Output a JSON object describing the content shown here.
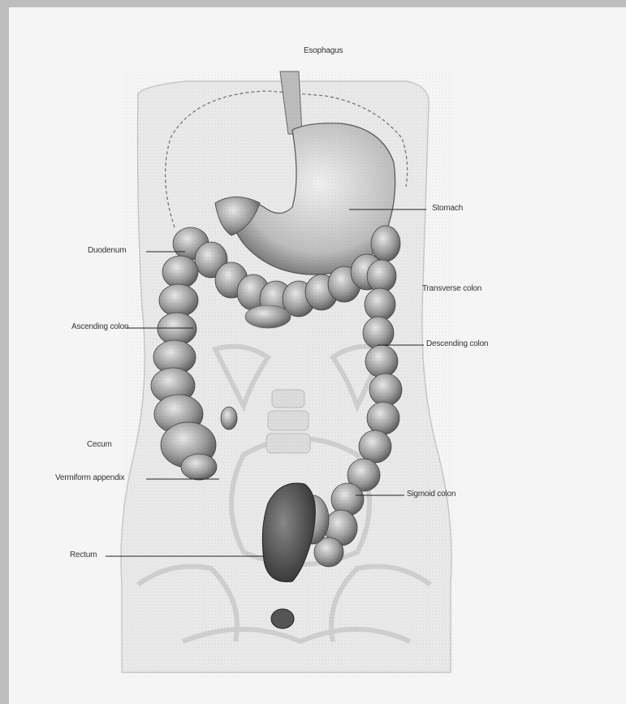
{
  "labels": {
    "esophagus": "Esophagus",
    "stomach": "Stomach",
    "duodenum": "Duodenum",
    "transverse_colon": "Transverse colon",
    "ascending_colon": "Ascending colon",
    "descending_colon": "Descending colon",
    "cecum": "Cecum",
    "appendix": "Vermiform appendix",
    "sigmoid_colon": "Sigmoid colon",
    "rectum": "Rectum"
  }
}
